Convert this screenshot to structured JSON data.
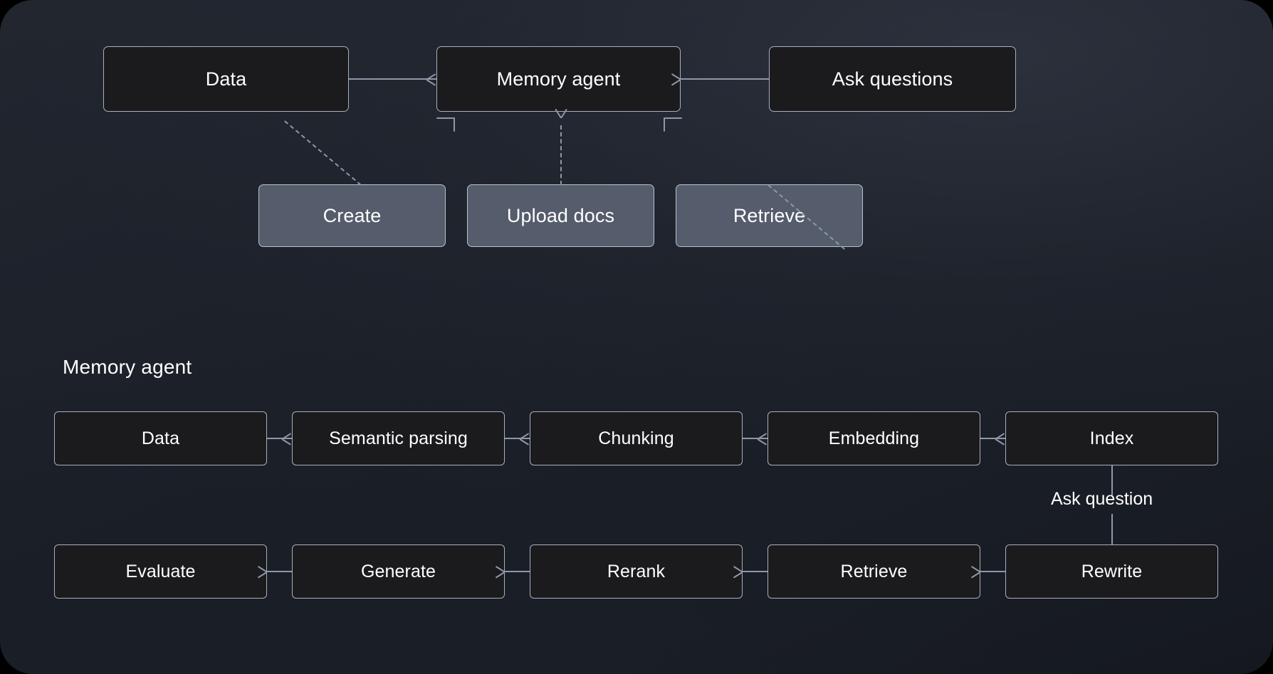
{
  "diagram": {
    "background_color": "#1c2029",
    "node_fill": "#1b1b1d",
    "node_fill_light": "#555d6c",
    "node_border": "#a7b0c0",
    "connector_color": "#8f98a8",
    "text_color": "#ffffff"
  },
  "overview": {
    "nodes": [
      {
        "id": "data",
        "label": "Data"
      },
      {
        "id": "memory-agent",
        "label": "Memory agent"
      },
      {
        "id": "ask-questions",
        "label": "Ask questions"
      },
      {
        "id": "create",
        "label": "Create"
      },
      {
        "id": "upload-docs",
        "label": "Upload docs"
      },
      {
        "id": "retrieve",
        "label": "Retrieve"
      }
    ],
    "edges": [
      {
        "from": "data",
        "to": "memory-agent",
        "style": "solid",
        "direction": "right"
      },
      {
        "from": "ask-questions",
        "to": "memory-agent",
        "style": "solid",
        "direction": "left"
      },
      {
        "from": "create",
        "to": "memory-agent",
        "style": "dashed",
        "direction": "up"
      },
      {
        "from": "upload-docs",
        "to": "memory-agent",
        "style": "dashed",
        "direction": "up"
      },
      {
        "from": "retrieve",
        "to": "memory-agent",
        "style": "dashed",
        "direction": "up"
      }
    ]
  },
  "detail": {
    "section_title": "Memory agent",
    "edge_label": "Ask question",
    "ingest_row": [
      {
        "id": "data",
        "label": "Data"
      },
      {
        "id": "semantic-parsing",
        "label": "Semantic parsing"
      },
      {
        "id": "chunking",
        "label": "Chunking"
      },
      {
        "id": "embedding",
        "label": "Embedding"
      },
      {
        "id": "index",
        "label": "Index"
      }
    ],
    "query_row": [
      {
        "id": "evaluate",
        "label": "Evaluate"
      },
      {
        "id": "generate",
        "label": "Generate"
      },
      {
        "id": "rerank",
        "label": "Rerank"
      },
      {
        "id": "retrieve",
        "label": "Retrieve"
      },
      {
        "id": "rewrite",
        "label": "Rewrite"
      }
    ]
  }
}
